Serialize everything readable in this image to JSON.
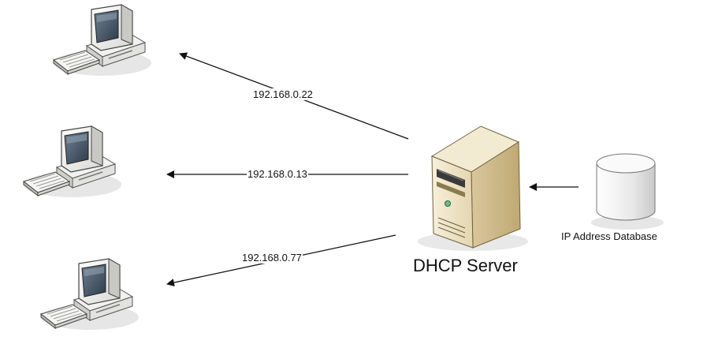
{
  "clients": [
    {
      "ip": "192.168.0.22"
    },
    {
      "ip": "192.168.0.13"
    },
    {
      "ip": "192.168.0.77"
    }
  ],
  "server": {
    "label": "DHCP Server"
  },
  "database": {
    "label": "IP Address Database"
  },
  "colors": {
    "line": "#111111",
    "monitor_body": "#f4f4f0",
    "monitor_screen": "#3f4f5e",
    "server_body": "#efe4c7",
    "server_shadow": "#c8b68c",
    "db_body": "#eeeeee",
    "db_shadow": "#bdbdbd"
  },
  "icons": {
    "client": "desktop-computer-icon",
    "server": "tower-server-icon",
    "database": "database-cylinder-icon"
  }
}
